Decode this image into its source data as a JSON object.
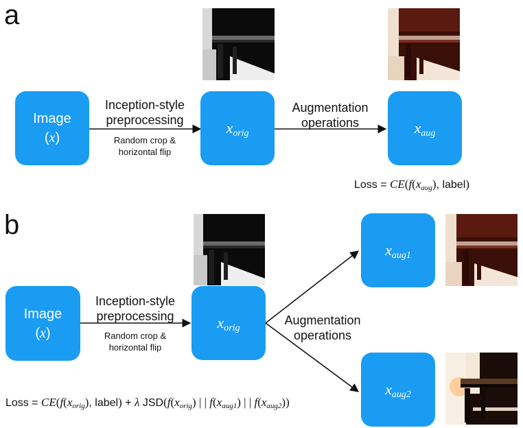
{
  "panels": {
    "a": {
      "label": "a",
      "image_box": {
        "title": "Image",
        "sub": "x"
      },
      "arrow1_main": [
        "Inception-style",
        "preprocessing"
      ],
      "arrow1_small": [
        "Random crop &",
        "horizontal flip"
      ],
      "orig_box": {
        "base": "x",
        "sub": "orig"
      },
      "arrow2_main": [
        "Augmentation",
        "operations"
      ],
      "aug_box": {
        "base": "x",
        "sub": "aug"
      },
      "loss": {
        "prefix": "Loss = ",
        "ce": "CE",
        "f": "f",
        "x": "x",
        "x_sub": "aug",
        "label": "label"
      }
    },
    "b": {
      "label": "b",
      "image_box": {
        "title": "Image",
        "sub": "x"
      },
      "arrow1_main": [
        "Inception-style",
        "preprocessing"
      ],
      "arrow1_small": [
        "Random crop &",
        "horizontal flip"
      ],
      "orig_box": {
        "base": "x",
        "sub": "orig"
      },
      "arrow2_main": [
        "Augmentation",
        "operations"
      ],
      "aug1_box": {
        "base": "x",
        "sub": "aug1"
      },
      "aug2_box": {
        "base": "x",
        "sub": "aug2"
      },
      "loss": {
        "prefix": "Loss = ",
        "ce": "CE",
        "f": "f",
        "x": "x",
        "x_sub_orig": "orig",
        "label": "label",
        "plus": " + ",
        "lambda": "λ",
        "jsd": "JSD",
        "sep": " | | ",
        "x_sub_aug1": "aug1",
        "x_sub_aug2": "aug2"
      }
    }
  },
  "colors": {
    "box_fill": "#1a9cf2",
    "box_text": "#ffffff",
    "arrow": "#111111"
  },
  "thumbnails": [
    {
      "name": "piano-photo-orig-a",
      "style": "dark-crop"
    },
    {
      "name": "piano-photo-aug-a",
      "style": "warm-augmented"
    },
    {
      "name": "piano-photo-orig-b",
      "style": "dark-crop"
    },
    {
      "name": "piano-photo-aug1-b",
      "style": "warm-augmented"
    },
    {
      "name": "piano-photo-aug2-b",
      "style": "bright-augmented"
    }
  ]
}
